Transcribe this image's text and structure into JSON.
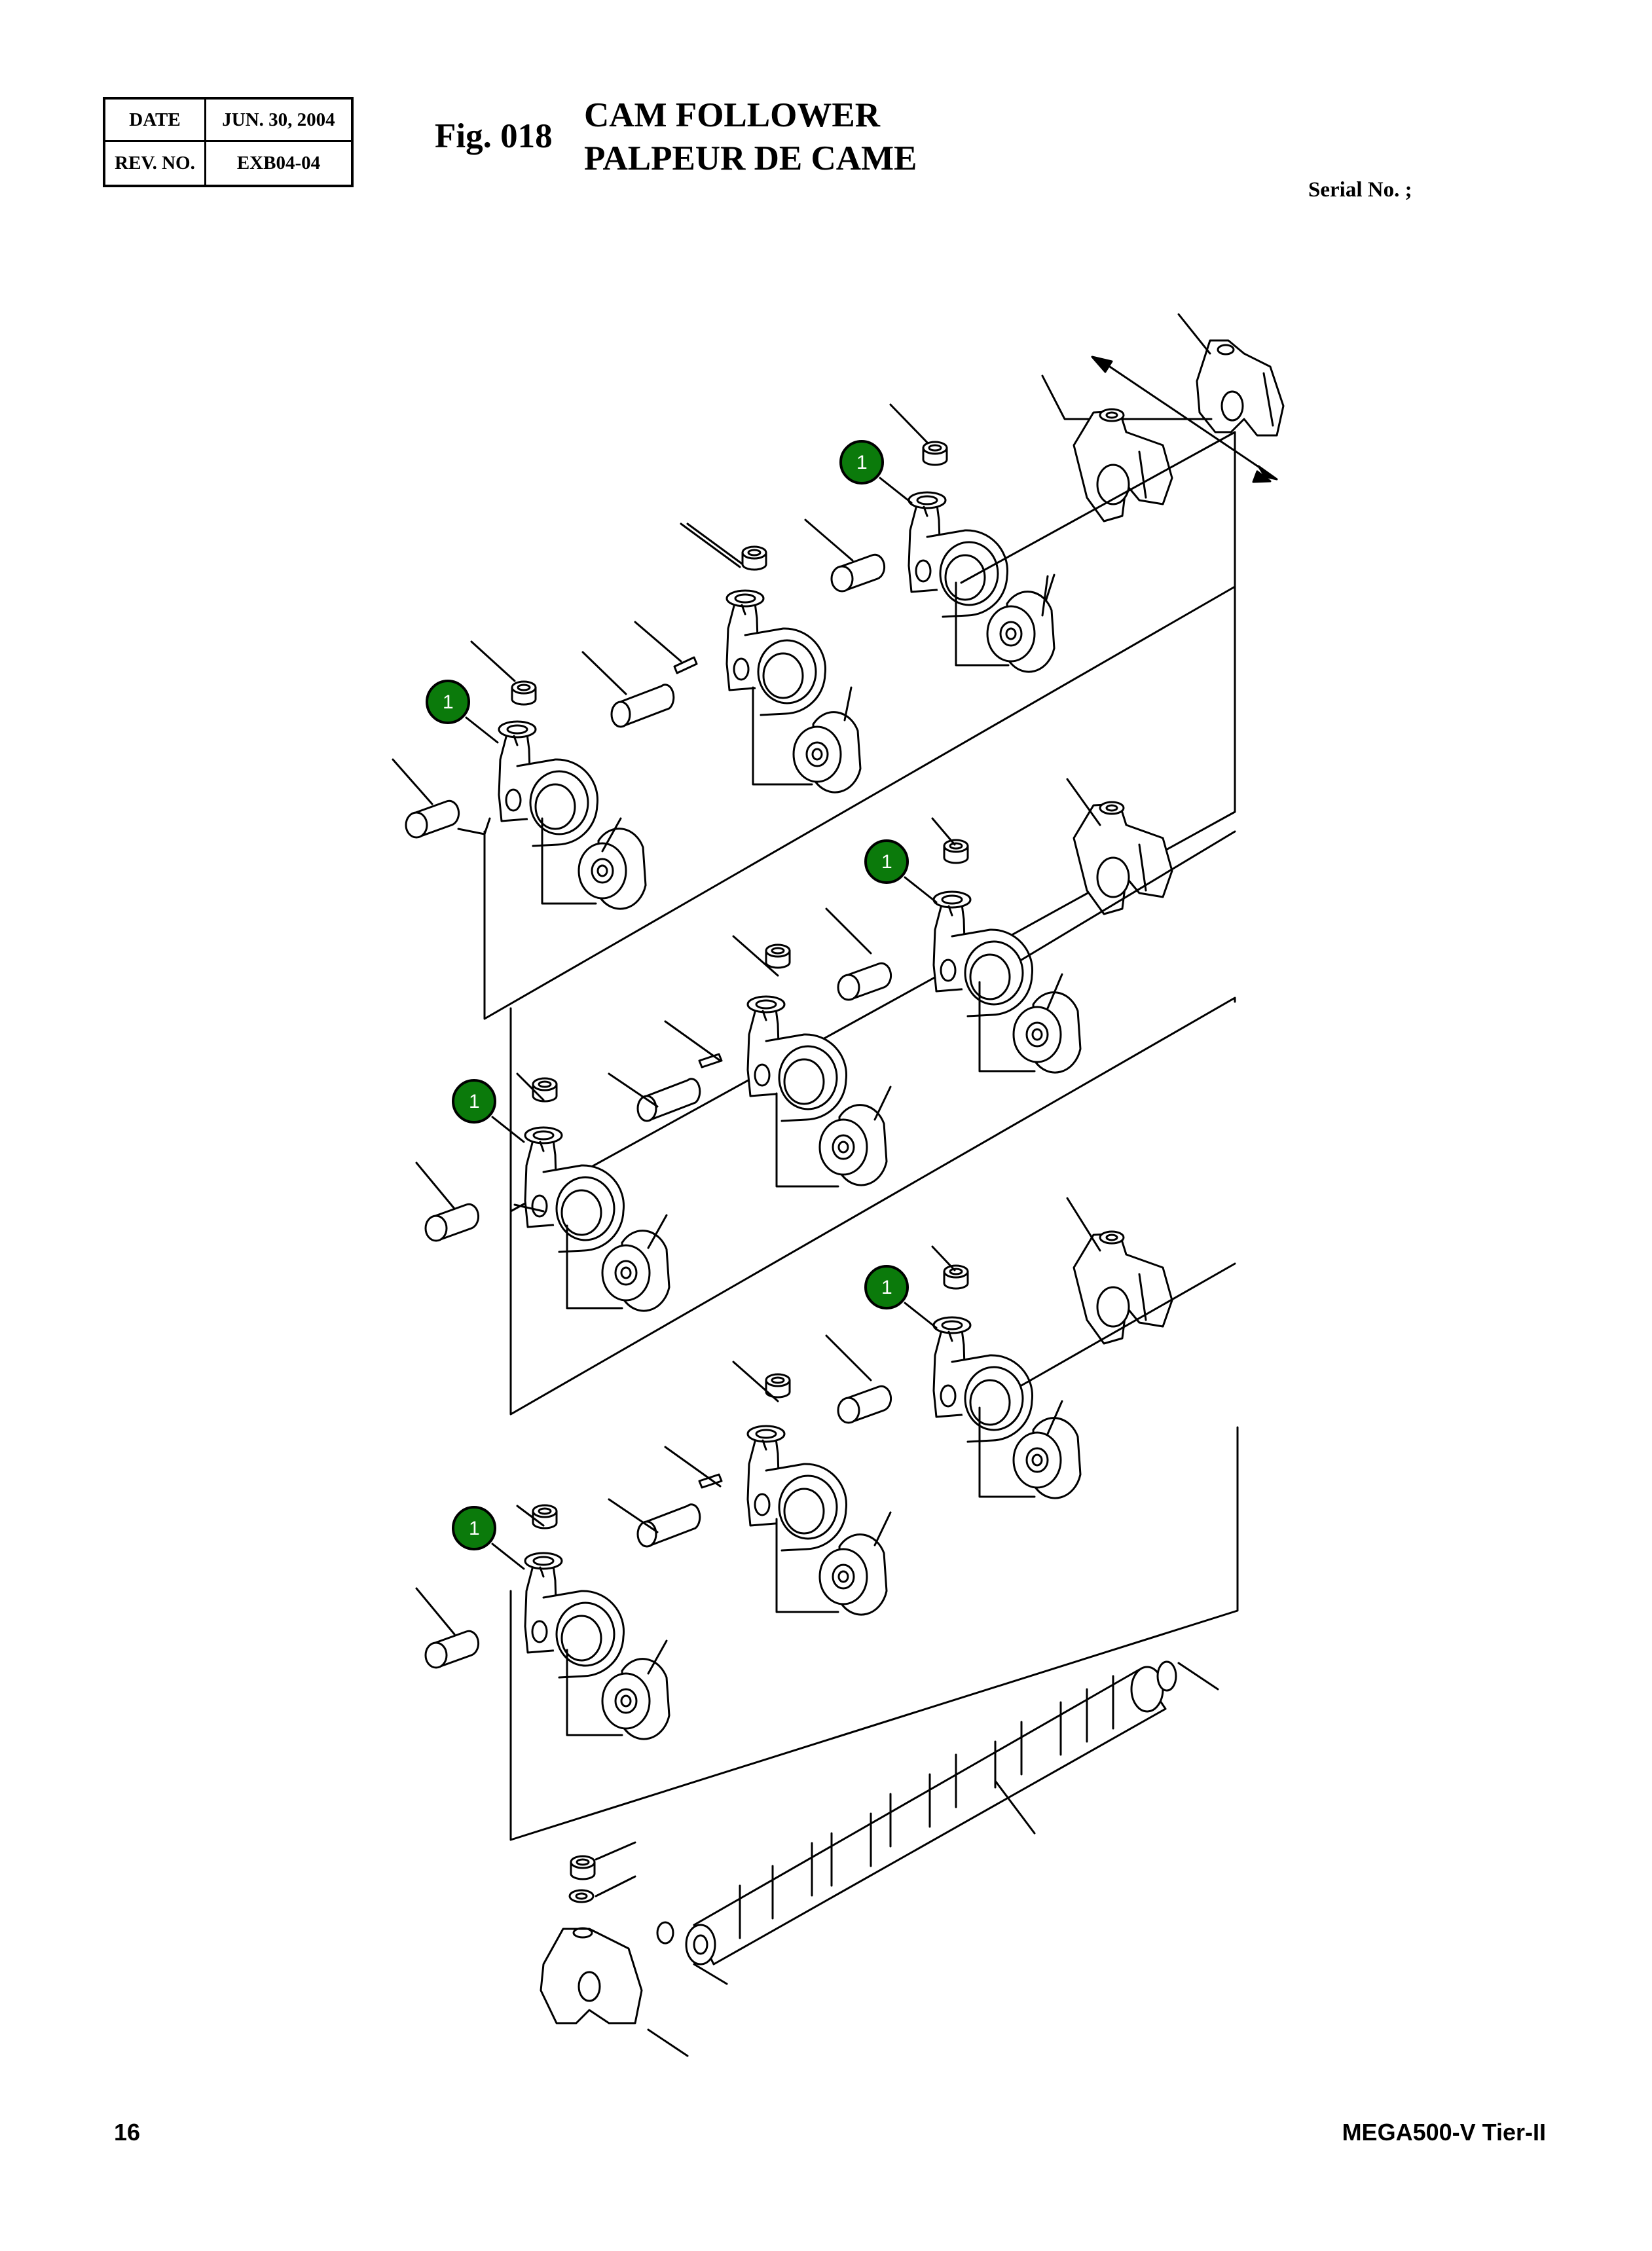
{
  "header": {
    "date_label": "DATE",
    "date_value": "JUN. 30, 2004",
    "rev_label": "REV. NO.",
    "rev_value": "EXB04-04"
  },
  "figure": {
    "number": "Fig. 018",
    "title_en": "CAM FOLLOWER",
    "title_fr": "PALPEUR DE CAME"
  },
  "serial_label": "Serial No. ;",
  "footer": {
    "page_number": "16",
    "model": "MEGA500-V Tier-II"
  },
  "callouts": [
    {
      "label": "1"
    },
    {
      "label": "1"
    },
    {
      "label": "1"
    },
    {
      "label": "1"
    },
    {
      "label": "1"
    },
    {
      "label": "1"
    }
  ],
  "colors": {
    "callout_fill": "#0b7a0b",
    "line": "#000000"
  }
}
